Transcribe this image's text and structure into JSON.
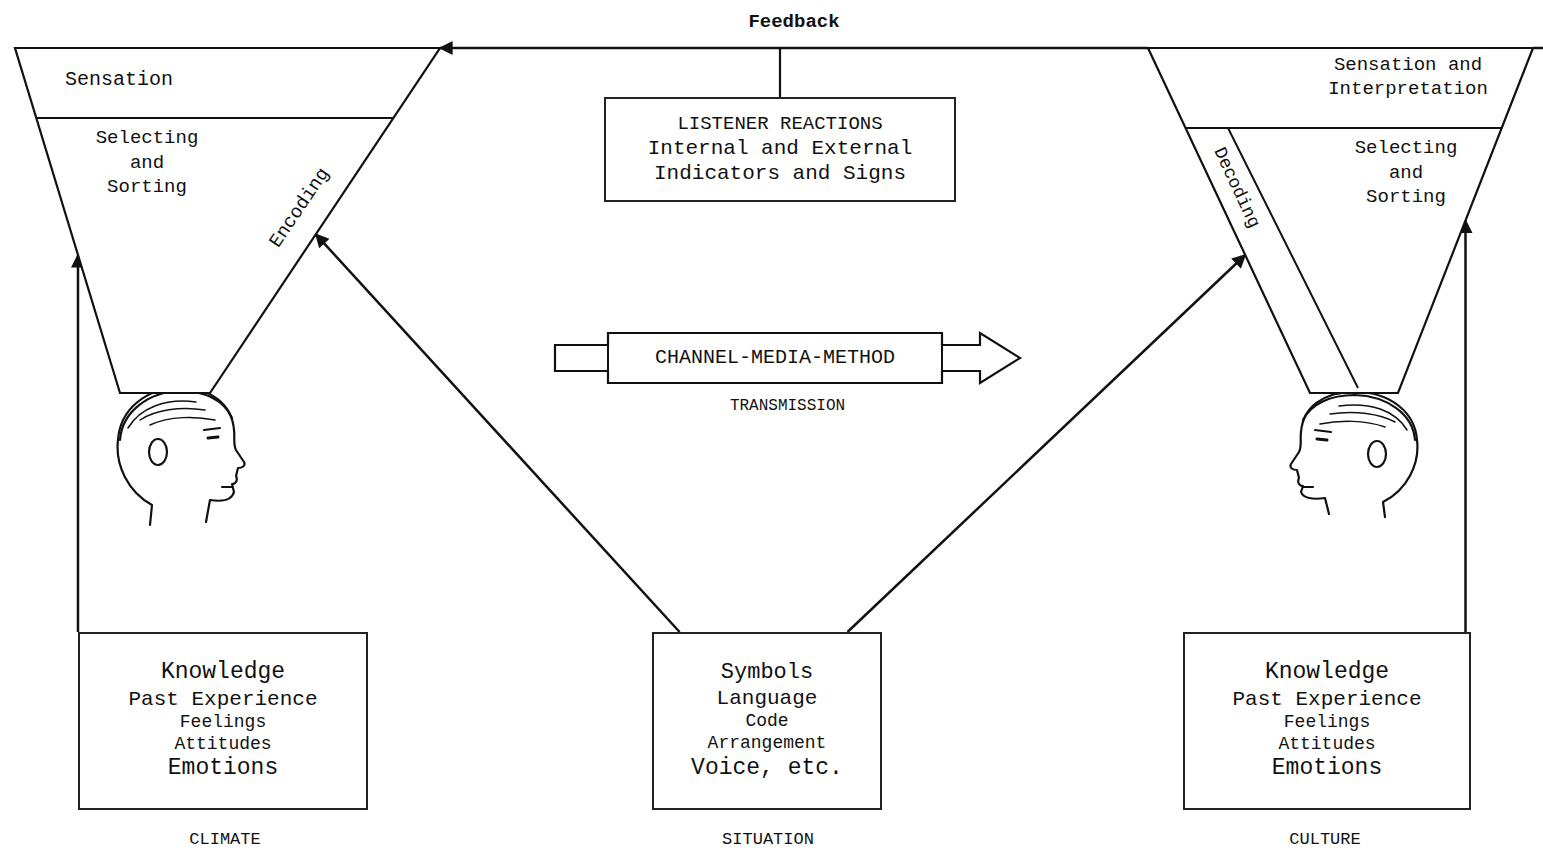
{
  "diagram": {
    "nodes": [
      {
        "text": [
          "Sensation",
          "Selecting and Sorting",
          "Encoding"
        ]
      },
      {
        "text": [
          "LISTENER REACTIONS",
          "Internal and External Indicators and Signs"
        ]
      },
      {
        "text": [
          "Sensation and Interpretation",
          "Selecting and Sorting",
          "Decoding"
        ]
      },
      {
        "text": [
          "CHANNEL-MEDIA-METHOD",
          "TRANSMISSION"
        ]
      },
      {
        "text": [
          "Knowledge",
          "Past Experience",
          "Feelings",
          "Attitudes",
          "Emotions"
        ]
      },
      {
        "text": [
          "Symbols",
          "Language",
          "Code",
          "Arrangement",
          "Voice, etc."
        ]
      },
      {
        "text": [
          "Knowledge",
          "Past Experience",
          "Feelings",
          "Attitudes",
          "Emotions"
        ]
      }
    ],
    "edges": [
      {
        "from": 2,
        "to": 0,
        "arrow": "to",
        "label": "Feedback"
      },
      {
        "from": 4,
        "to": 0,
        "arrow": "to"
      },
      {
        "from": 5,
        "to": 0,
        "arrow": "to"
      },
      {
        "from": 5,
        "to": 2,
        "arrow": "to"
      },
      {
        "from": 6,
        "to": 2,
        "arrow": "to"
      }
    ],
    "labels": [
      "CLIMATE",
      "SITUATION",
      "CULTURE"
    ]
  }
}
